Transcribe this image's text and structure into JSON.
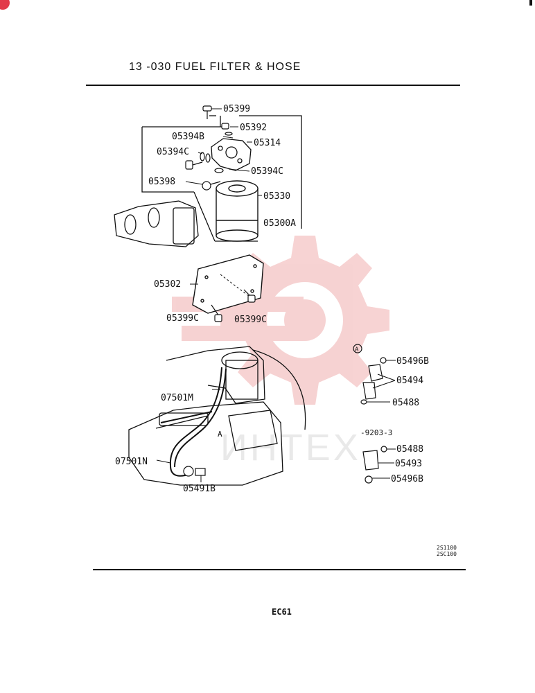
{
  "header": {
    "title": "13 -030  FUEL FILTER & HOSE"
  },
  "labels": {
    "p05399": "05399",
    "p05392": "05392",
    "p05394B": "05394B",
    "p05314": "05314",
    "p05394C_top": "05394C",
    "p05394C_right": "05394C",
    "p05398": "05398",
    "p05330": "05330",
    "p05300A": "05300A",
    "p05302": "05302",
    "p05399C_left": "05399C",
    "p05399C_right": "05399C",
    "p07501M": "07501M",
    "p07501N": "07501N",
    "p05491B": "05491B",
    "p05496B_top": "05496B",
    "p05494": "05494",
    "p05488_top": "05488",
    "serial": "-9203-3",
    "p05488_bottom": "05488",
    "p05493": "05493",
    "p05496B_bottom": "05496B",
    "detail_a_top": "A",
    "detail_a_engine": "A"
  },
  "watermark": {
    "text": "ИНТЕХ",
    "color": "#f2b8b8"
  },
  "corner_codes": {
    "line1": "2S1100",
    "line2": "2SC100"
  },
  "footer": {
    "code": "EC61"
  },
  "colors": {
    "ink": "#111111",
    "badge": "#e23b4a",
    "watermark": "#f4c4c4"
  }
}
